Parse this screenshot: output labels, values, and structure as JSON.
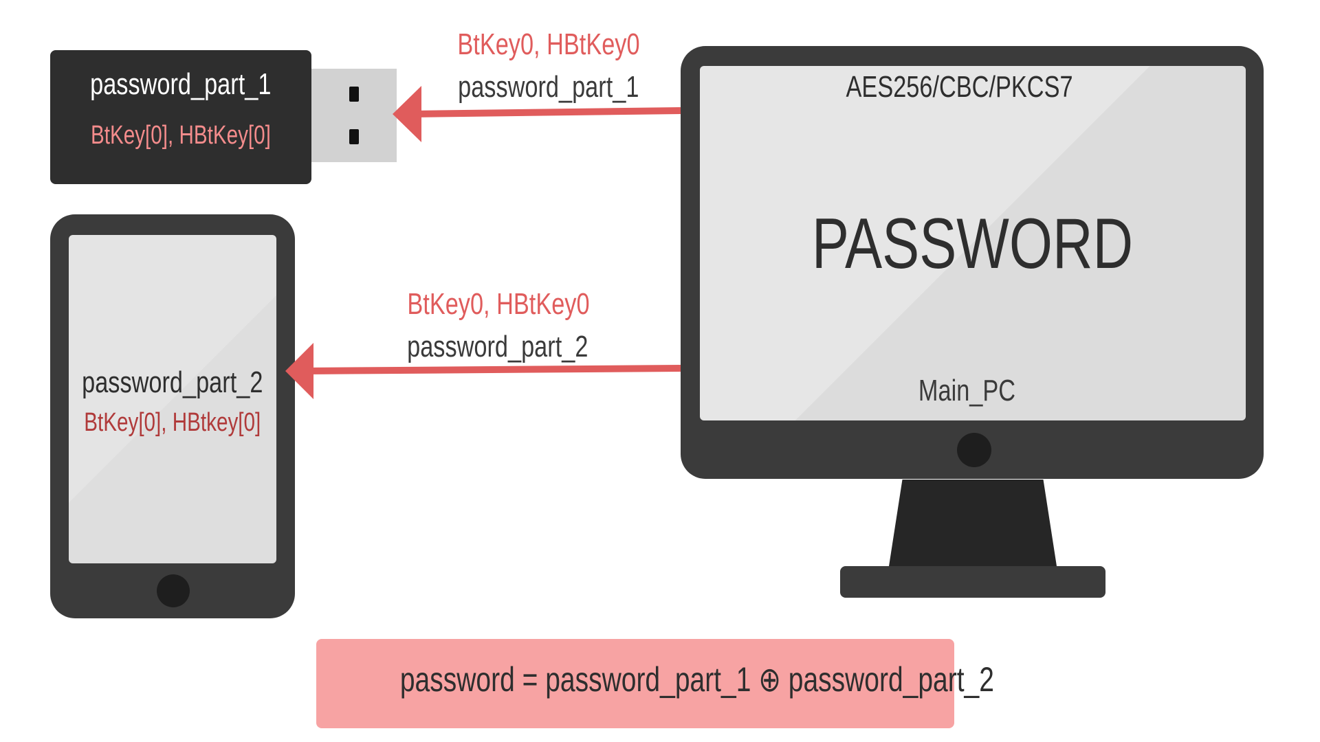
{
  "usb": {
    "label": "password_part_1",
    "keys": "BtKey[0], HBtKey[0]"
  },
  "phone": {
    "label": "password_part_2",
    "keys": "BtKey[0], HBtkey[0]"
  },
  "monitor": {
    "cipher": "AES256/CBC/PKCS7",
    "title": "PASSWORD",
    "name": "Main_PC"
  },
  "arrow_to_usb": {
    "keys": "BtKey0, HBtKey0",
    "part": "password_part_1"
  },
  "arrow_to_phone": {
    "keys": "BtKey0, HBtKey0",
    "part": "password_part_2"
  },
  "formula": "password = password_part_1 ⊕  password_part_2",
  "colors": {
    "arrow": "#e05c5c",
    "device_dark": "#3b3b3b",
    "formula_bg": "#f7a3a3"
  }
}
